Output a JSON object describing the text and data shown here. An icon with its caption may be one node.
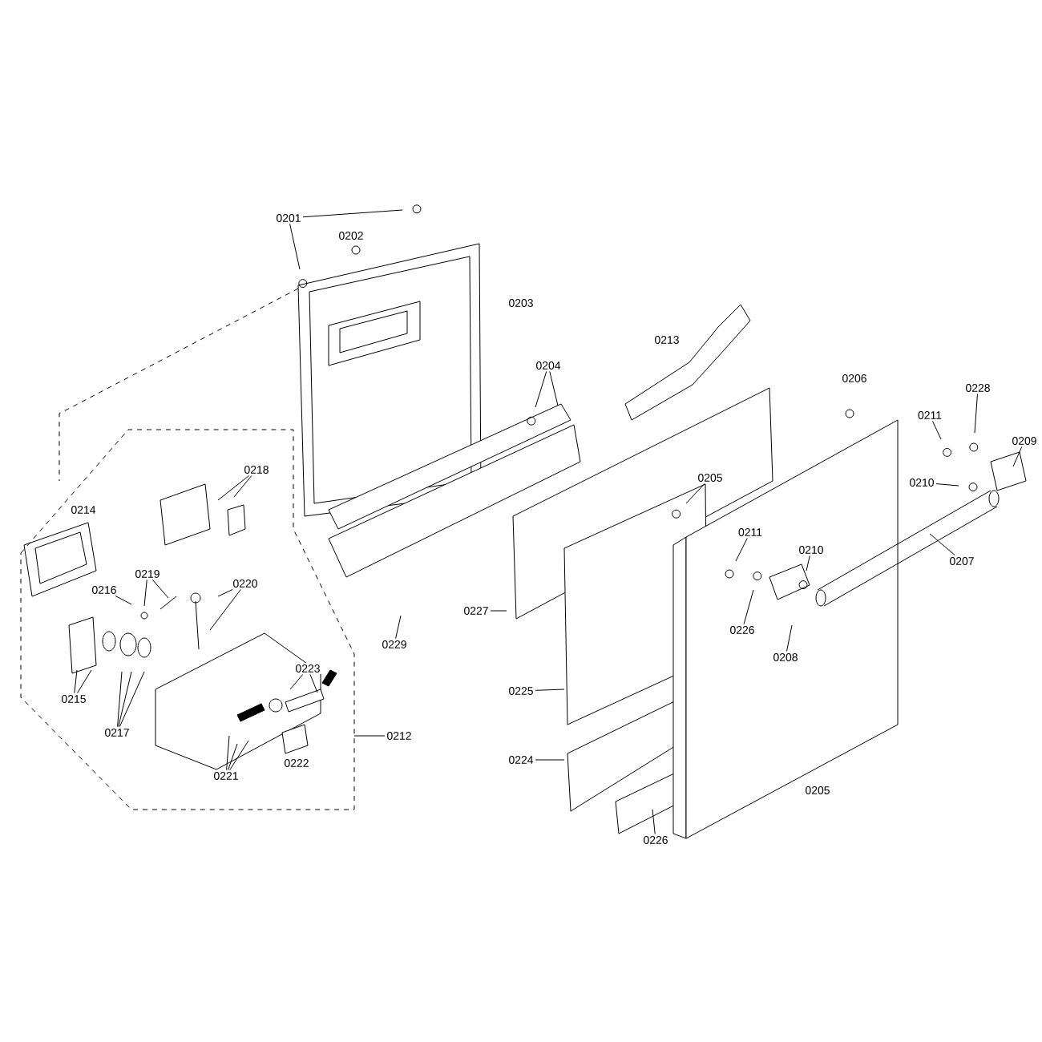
{
  "diagram": {
    "nodes": [
      {
        "text": [
          "0201"
        ]
      },
      {
        "text": [
          "0202"
        ]
      },
      {
        "text": [
          "0203"
        ]
      },
      {
        "text": [
          "0213"
        ]
      },
      {
        "text": [
          "0204"
        ]
      },
      {
        "text": [
          "0206"
        ]
      },
      {
        "text": [
          "0228"
        ]
      },
      {
        "text": [
          "0211"
        ]
      },
      {
        "text": [
          "0209"
        ]
      },
      {
        "text": [
          "0218"
        ]
      },
      {
        "text": [
          "0205"
        ]
      },
      {
        "text": [
          "0210"
        ]
      },
      {
        "text": [
          "0214"
        ]
      },
      {
        "text": [
          "0211"
        ]
      },
      {
        "text": [
          "0210"
        ]
      },
      {
        "text": [
          "0207"
        ]
      },
      {
        "text": [
          "0219"
        ]
      },
      {
        "text": [
          "0220"
        ]
      },
      {
        "text": [
          "0216"
        ]
      },
      {
        "text": [
          "0227"
        ]
      },
      {
        "text": [
          "0226"
        ]
      },
      {
        "text": [
          "0229"
        ]
      },
      {
        "text": [
          "0208"
        ]
      },
      {
        "text": [
          "0223"
        ]
      },
      {
        "text": [
          "0215"
        ]
      },
      {
        "text": [
          "0225"
        ]
      },
      {
        "text": [
          "0217"
        ]
      },
      {
        "text": [
          "0212"
        ]
      },
      {
        "text": [
          "0224"
        ]
      },
      {
        "text": [
          "0222"
        ]
      },
      {
        "text": [
          "0221"
        ]
      },
      {
        "text": [
          "0205"
        ]
      },
      {
        "text": [
          "0226"
        ]
      }
    ],
    "edges": [
      {
        "from": 0,
        "to": null,
        "arrow": "none"
      },
      {
        "from": 0,
        "to": null,
        "arrow": "none"
      },
      {
        "from": 4,
        "to": null,
        "arrow": "none"
      },
      {
        "from": 4,
        "to": null,
        "arrow": "none"
      },
      {
        "from": 6,
        "to": null,
        "arrow": "none"
      },
      {
        "from": 7,
        "to": null,
        "arrow": "none"
      },
      {
        "from": 8,
        "to": null,
        "arrow": "none"
      },
      {
        "from": 9,
        "to": null,
        "arrow": "none"
      },
      {
        "from": 9,
        "to": null,
        "arrow": "none"
      },
      {
        "from": 10,
        "to": null,
        "arrow": "none"
      },
      {
        "from": 11,
        "to": null,
        "arrow": "none"
      },
      {
        "from": 13,
        "to": null,
        "arrow": "none"
      },
      {
        "from": 14,
        "to": null,
        "arrow": "none"
      },
      {
        "from": 15,
        "to": null,
        "arrow": "none"
      },
      {
        "from": 16,
        "to": null,
        "arrow": "none"
      },
      {
        "from": 16,
        "to": null,
        "arrow": "none"
      },
      {
        "from": 17,
        "to": null,
        "arrow": "none"
      },
      {
        "from": 17,
        "to": null,
        "arrow": "none"
      },
      {
        "from": 18,
        "to": null,
        "arrow": "none"
      },
      {
        "from": 19,
        "to": null,
        "arrow": "none"
      },
      {
        "from": 20,
        "to": null,
        "arrow": "none"
      },
      {
        "from": 21,
        "to": null,
        "arrow": "none"
      },
      {
        "from": 22,
        "to": null,
        "arrow": "none"
      },
      {
        "from": 23,
        "to": null,
        "arrow": "none"
      },
      {
        "from": 23,
        "to": null,
        "arrow": "none"
      },
      {
        "from": 24,
        "to": null,
        "arrow": "none"
      },
      {
        "from": 24,
        "to": null,
        "arrow": "none"
      },
      {
        "from": 25,
        "to": null,
        "arrow": "none"
      },
      {
        "from": 26,
        "to": null,
        "arrow": "none"
      },
      {
        "from": 26,
        "to": null,
        "arrow": "none"
      },
      {
        "from": 26,
        "to": null,
        "arrow": "none"
      },
      {
        "from": 27,
        "to": null,
        "arrow": "none"
      },
      {
        "from": 28,
        "to": null,
        "arrow": "none"
      },
      {
        "from": 30,
        "to": null,
        "arrow": "none"
      },
      {
        "from": 30,
        "to": null,
        "arrow": "none"
      },
      {
        "from": 30,
        "to": null,
        "arrow": "none"
      },
      {
        "from": 32,
        "to": null,
        "arrow": "none"
      }
    ]
  }
}
